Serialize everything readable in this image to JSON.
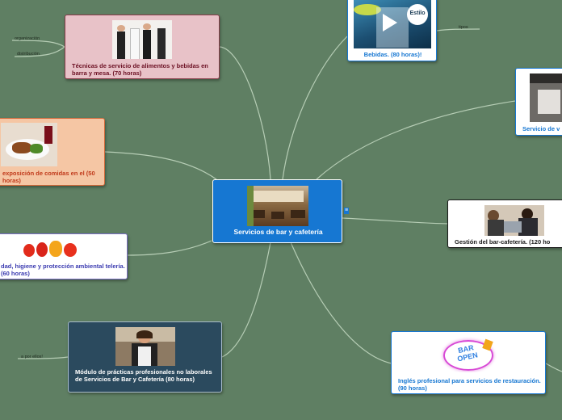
{
  "central": {
    "title": "Servicios de bar y cafetería",
    "color": "#1677d2",
    "expander_icon": "menu-icon",
    "expander_glyph": "≡"
  },
  "topics": {
    "tecnicas": {
      "title": "Técnicas de servicio de alimentos y bebidas en barra y mesa. (70 horas)",
      "color": "#e8c2c8"
    },
    "exposicion": {
      "title": "exposición de comidas en el (50 horas)",
      "color": "#f5c6a4"
    },
    "seguridad": {
      "title": "dad, higiene y protección ambiental telería. (60 horas)",
      "color": "#ffffff"
    },
    "practicas": {
      "title": "Módulo de prácticas profesionales no laborales de Servicios de Bar y Cafetería (80 horas)",
      "color": "#2b4a5e"
    },
    "bebidas": {
      "title": "Bebidas. (80 horas)!",
      "color": "#ffffff",
      "logo_text": "Estilo",
      "play_icon": "play-icon"
    },
    "servicio_vinos": {
      "title": "Servicio de v"
    },
    "gestion": {
      "title": "Gestión del bar-cafetería. (120 ho",
      "color": "#ffffff"
    },
    "ingles": {
      "title": "Inglés profesional para servicios de restauración. (90 horas)",
      "color": "#ffffff",
      "sign_text": "BAR OPEN"
    }
  },
  "labels": {
    "organizacion": "organización",
    "distribucion": "distribución",
    "tipos": "tipos",
    "a_por_ellos": "a por ellos!"
  }
}
